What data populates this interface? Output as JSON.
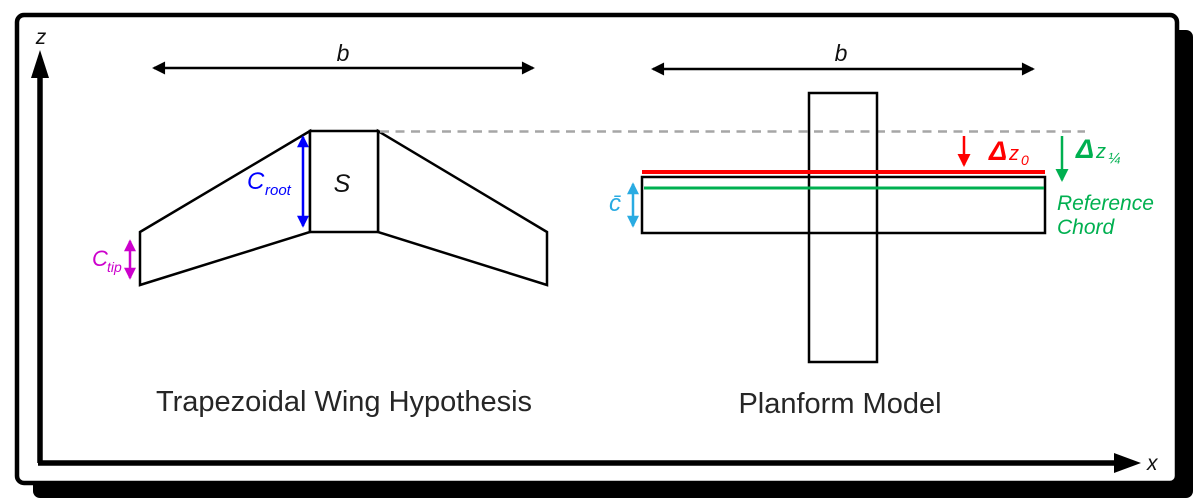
{
  "colors": {
    "outline": "#000000",
    "blue": "#0000FF",
    "magenta": "#CC00CC",
    "cyan": "#29ABE2",
    "red": "#FF0000",
    "green": "#00B050",
    "dash_gray": "#A6A6A6",
    "title_text": "#262626"
  },
  "axes": {
    "z_label": "z",
    "x_label": "x"
  },
  "trapezoidal_wing": {
    "title": "Trapezoidal Wing Hypothesis",
    "span_label": "b",
    "area_label": "S",
    "root_chord": {
      "symbol": "C",
      "subscript": "root"
    },
    "tip_chord": {
      "symbol": "C",
      "subscript": "tip"
    }
  },
  "planform_model": {
    "title": "Planform Model",
    "span_label": "b",
    "mean_chord_label": "c̄",
    "delta_z0": {
      "delta": "Δ",
      "symbol": "z",
      "subscript": "0"
    },
    "delta_z_quarter": {
      "delta": "Δ",
      "symbol": "z",
      "subscript": "¼"
    },
    "reference_chord": {
      "line1": "Reference",
      "line2": "Chord"
    }
  }
}
